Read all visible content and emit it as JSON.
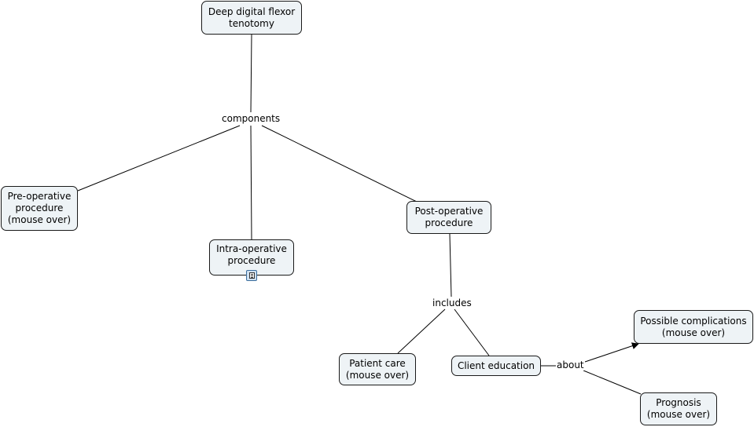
{
  "nodes": {
    "deep_digital": "Deep digital flexor\ntenotomy",
    "pre_op": "Pre-operative\nprocedure\n(mouse over)",
    "intra_op": "Intra-operative\nprocedure",
    "post_op": "Post-operative\nprocedure",
    "patient_care": "Patient care\n(mouse over)",
    "client_education": "Client education",
    "complications": "Possible complications\n(mouse over)",
    "prognosis": "Prognosis\n(mouse over)"
  },
  "links": {
    "components": "components",
    "includes": "includes",
    "about": "about"
  },
  "icons": {
    "intra_op_resource": "document-icon"
  }
}
